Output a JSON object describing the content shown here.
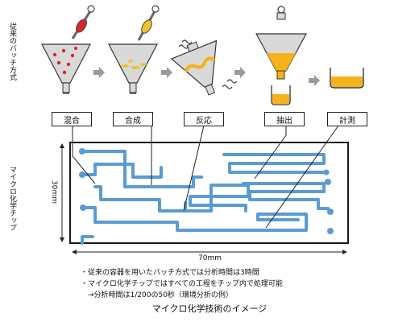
{
  "side_labels": {
    "batch": "従来のバッチ方式",
    "chip": "マイクロ化学チップ"
  },
  "steps": [
    "混合",
    "合成",
    "反応",
    "抽出",
    "計測"
  ],
  "dimensions": {
    "height": "30mm",
    "width": "70mm"
  },
  "notes": [
    "・従来の容器を用いたバッチ方式では分析時間は3時間",
    "・マイクロ化学チップではすべての工程をチップ内で処理可能",
    "　→分析時間は1/200の50秒（環境分析の例）"
  ],
  "caption": "マイクロ化学技術のイメージ",
  "colors": {
    "channel": "#5b9bd5",
    "red_liquid": "#d9262c",
    "yellow_liquid": "#f2c12e",
    "orange_liquid": "#f5b21a",
    "funnel_gray": "#d9d9d9",
    "chip_border": "#1a1a1a"
  },
  "icons": [
    "pipette-icon",
    "funnel-icon",
    "arrow-right-icon",
    "beaker-icon",
    "chip-icon"
  ]
}
